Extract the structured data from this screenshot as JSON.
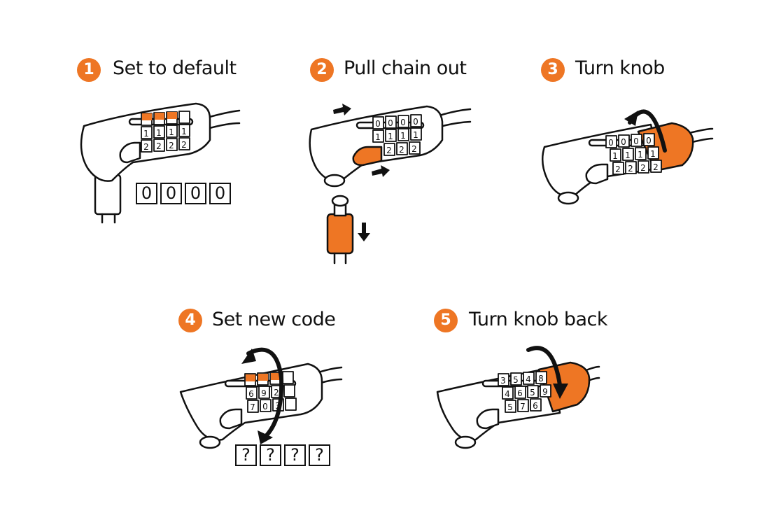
{
  "accent_color": "#ee7624",
  "steps": [
    {
      "number": "1",
      "title": "Set to default",
      "code_boxes": [
        "0",
        "0",
        "0",
        "0"
      ]
    },
    {
      "number": "2",
      "title": "Pull chain out"
    },
    {
      "number": "3",
      "title": "Turn knob"
    },
    {
      "number": "4",
      "title": "Set new code",
      "code_boxes": [
        "?",
        "?",
        "?",
        "?"
      ]
    },
    {
      "number": "5",
      "title": "Turn knob back"
    }
  ]
}
